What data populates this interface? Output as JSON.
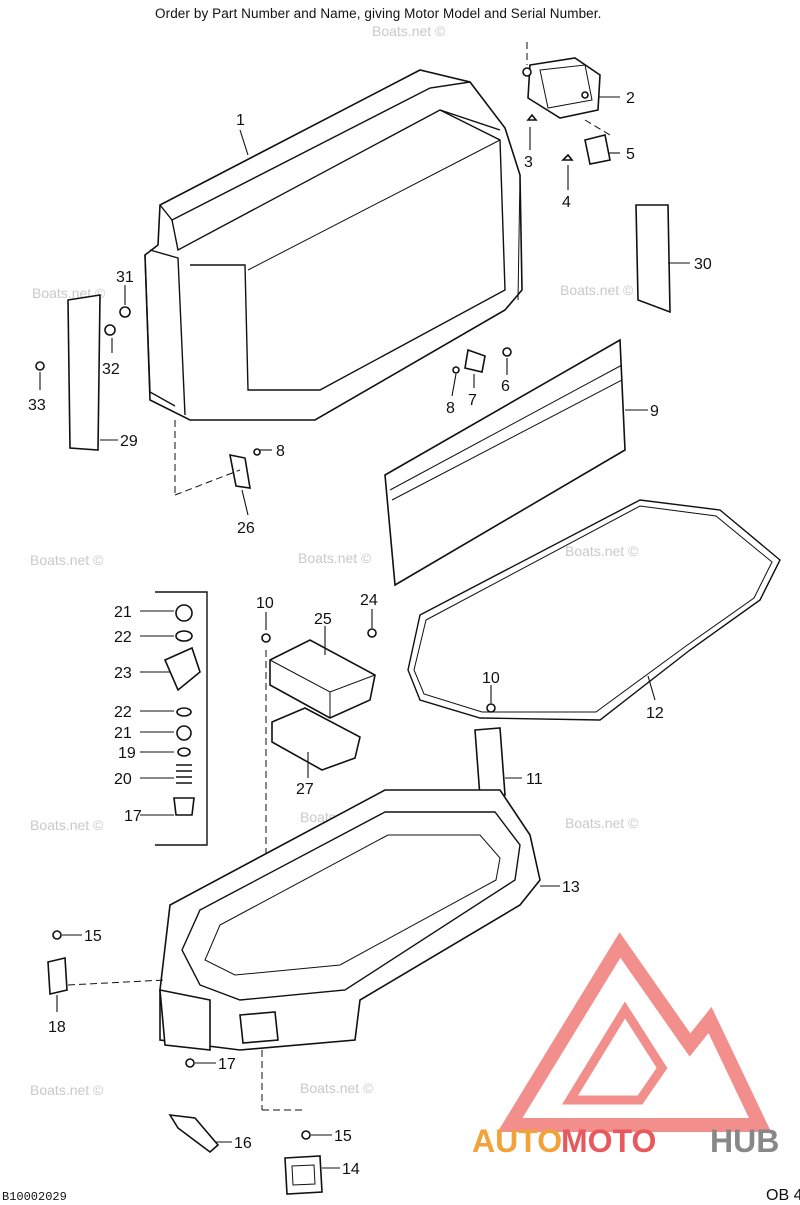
{
  "header": "Order by Part Number and Name, giving Motor Model and Serial Number.",
  "footer": {
    "left_code": "B10002029",
    "right_code": "OB 4"
  },
  "watermark": {
    "text": "Boats.net ©"
  },
  "logo": {
    "brand_auto": "AUTO",
    "brand_moto": "MOTO",
    "brand_hub": "HUB",
    "colors": {
      "auto": "#f3a23a",
      "moto": "#e8595d",
      "hub": "#888888",
      "triangle": "#f07a78"
    }
  },
  "callouts": [
    "1",
    "2",
    "3",
    "4",
    "5",
    "30",
    "31",
    "32",
    "33",
    "29",
    "6",
    "7",
    "8",
    "9",
    "8",
    "26",
    "21",
    "22",
    "23",
    "22",
    "21",
    "19",
    "20",
    "17",
    "10",
    "25",
    "24",
    "27",
    "10",
    "12",
    "11",
    "13",
    "15",
    "18",
    "17",
    "16",
    "15",
    "14"
  ]
}
